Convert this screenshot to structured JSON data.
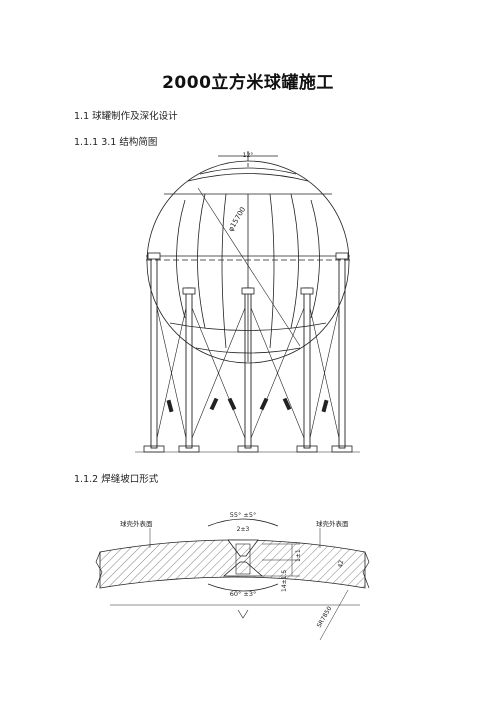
{
  "doc": {
    "title": "2000立方米球罐施工",
    "sec1": "1.1 球罐制作及深化设计",
    "sec2": "1.1.1 3.1 结构简图",
    "sec3": "1.1.2 焊缝坡口形式"
  },
  "fig1": {
    "angle_label": "12°",
    "diameter_label": "φ15700"
  },
  "fig2": {
    "outer_left": "球壳外表面",
    "outer_right": "球壳外表面",
    "top_angle": "55° ±5°",
    "top_gap": "2±3",
    "bottom_angle": "60° ±3°",
    "dim_small": "1±1",
    "dim_mid": "14±1.5",
    "dim_thick": "42",
    "radius": "SR7850"
  }
}
